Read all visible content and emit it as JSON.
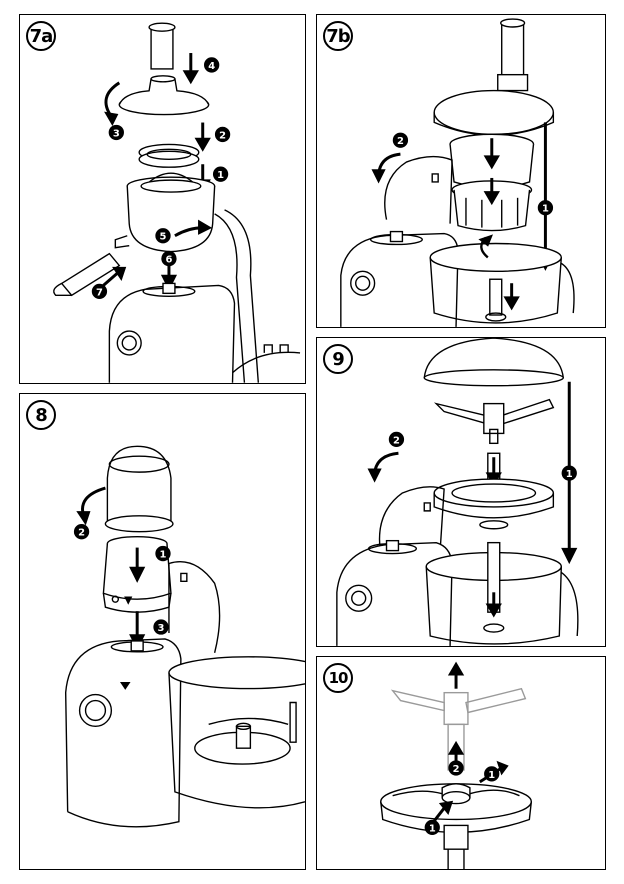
{
  "panels": [
    {
      "id": "7a",
      "label": "7a",
      "markers": [
        "1",
        "2",
        "3",
        "4",
        "5",
        "6",
        "7"
      ]
    },
    {
      "id": "7b",
      "label": "7b",
      "markers": [
        "1",
        "2"
      ]
    },
    {
      "id": "8",
      "label": "8",
      "markers": [
        "1",
        "2",
        "3"
      ]
    },
    {
      "id": "9",
      "label": "9",
      "markers": [
        "1",
        "2"
      ]
    },
    {
      "id": "10",
      "label": "10",
      "markers": [
        "1",
        "1",
        "2"
      ]
    }
  ],
  "colors": {
    "line": "#000000",
    "badge": "#000000",
    "ghost": "#9a9a9a"
  }
}
